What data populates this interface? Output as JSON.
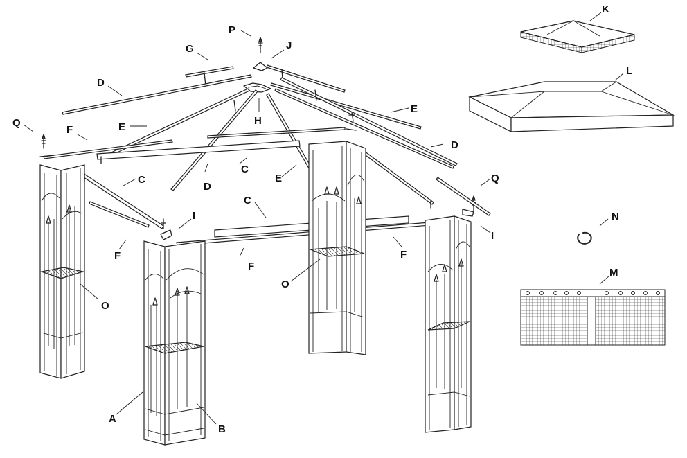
{
  "parts": {
    "A": "A",
    "B": "B",
    "C": "C",
    "D": "D",
    "E": "E",
    "F": "F",
    "G": "G",
    "H": "H",
    "I": "I",
    "J": "J",
    "K": "K",
    "L": "L",
    "M": "M",
    "N": "N",
    "O": "O",
    "P": "P",
    "Q": "Q"
  },
  "colors": {
    "line": "#222222",
    "background": "#ffffff"
  }
}
